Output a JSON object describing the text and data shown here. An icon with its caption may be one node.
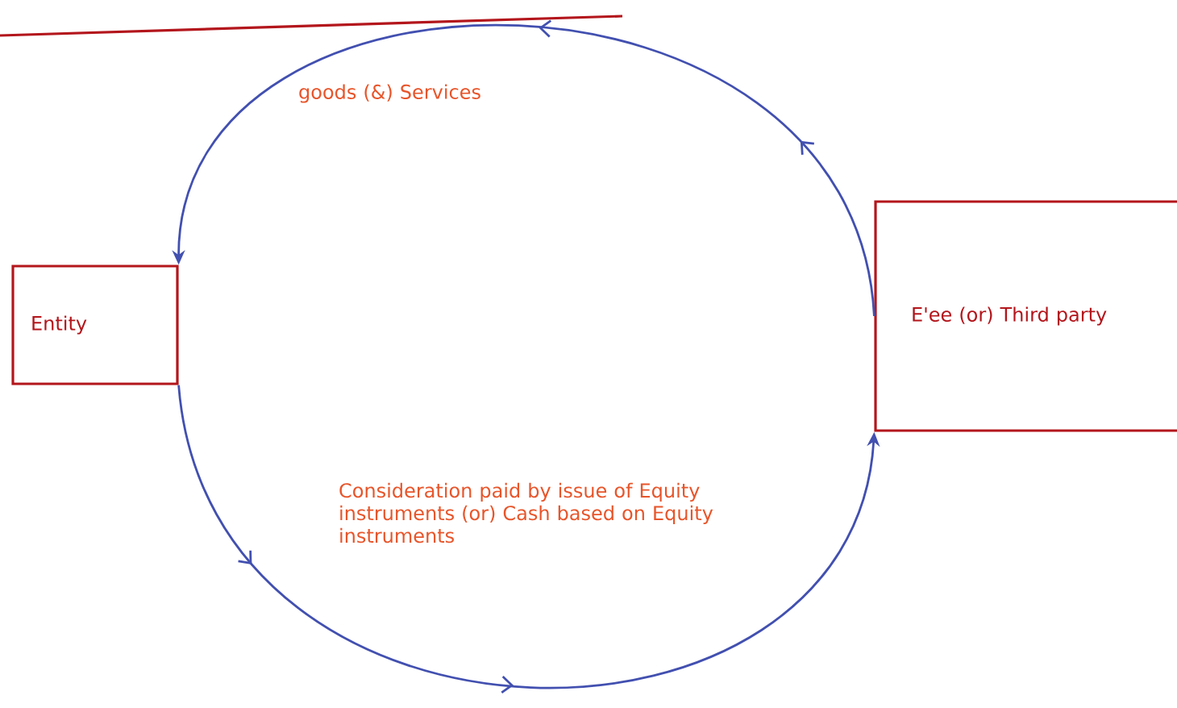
{
  "diagram": {
    "nodes": [
      {
        "text": [
          "Entity"
        ]
      },
      {
        "text": [
          "E'ee (or) Third party"
        ]
      }
    ],
    "edges": [
      {
        "from": 1,
        "to": 0,
        "arrow": "to",
        "label": "goods (&) Services"
      },
      {
        "from": 0,
        "to": 1,
        "arrow": "to",
        "label": "Consideration paid by issue of Equity instruments (or) Cash based on Equity instruments"
      }
    ]
  }
}
